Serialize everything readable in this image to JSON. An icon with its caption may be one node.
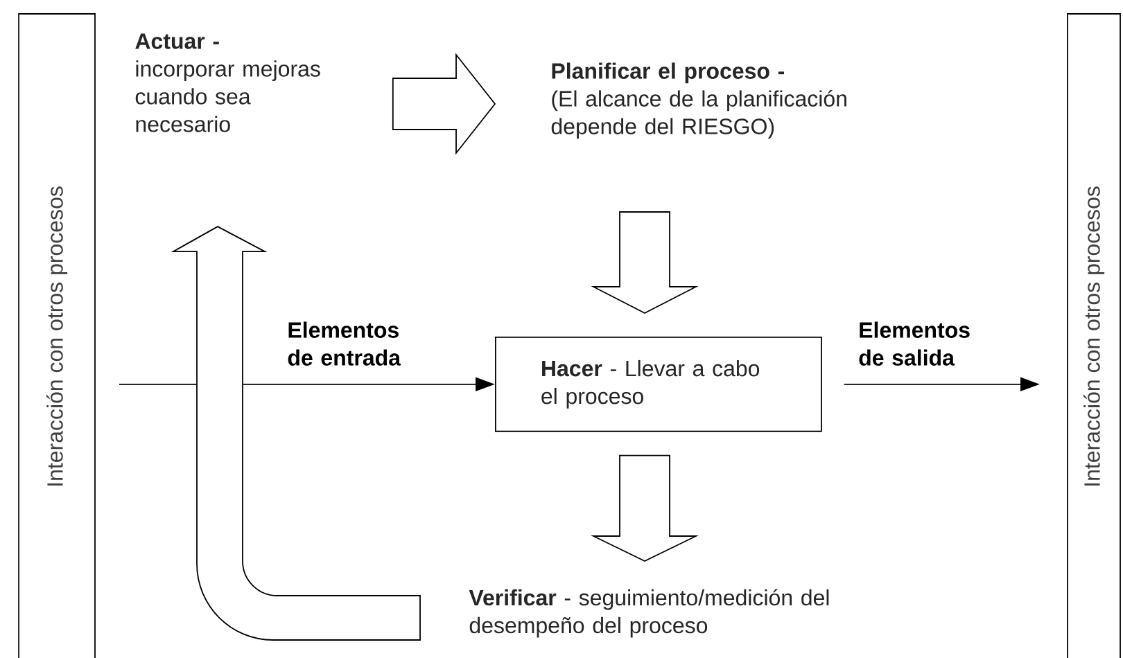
{
  "diagram": {
    "nodes": [
      {
        "text": [
          "Interacción con otros procesos"
        ]
      },
      {
        "text": [
          "Actuar -",
          "incorporar mejoras cuando sea necesario"
        ]
      },
      {
        "text": [
          "Planificar el proceso -",
          "(El alcance de la planificación depende del RIESGO)"
        ]
      },
      {
        "text": [
          "**Hacer** - Llevar a cabo el proceso"
        ]
      },
      {
        "text": [
          "**Verificar** - seguimiento/medición del desempeño del proceso"
        ]
      },
      {
        "text": [
          "Interacción con otros procesos"
        ]
      }
    ],
    "edges": [
      {
        "from": null,
        "to": 3,
        "arrow": "to",
        "label": "Elementos de entrada"
      },
      {
        "from": 3,
        "to": null,
        "arrow": "to",
        "label": "Elementos de salida"
      },
      {
        "from": 1,
        "to": 2,
        "arrow": "to",
        "style": "thick"
      },
      {
        "from": 2,
        "to": 3,
        "arrow": "to",
        "style": "thick"
      },
      {
        "from": 3,
        "to": 4,
        "arrow": "to",
        "style": "thick"
      },
      {
        "from": 4,
        "to": 1,
        "arrow": "to",
        "style": "thick"
      }
    ]
  }
}
